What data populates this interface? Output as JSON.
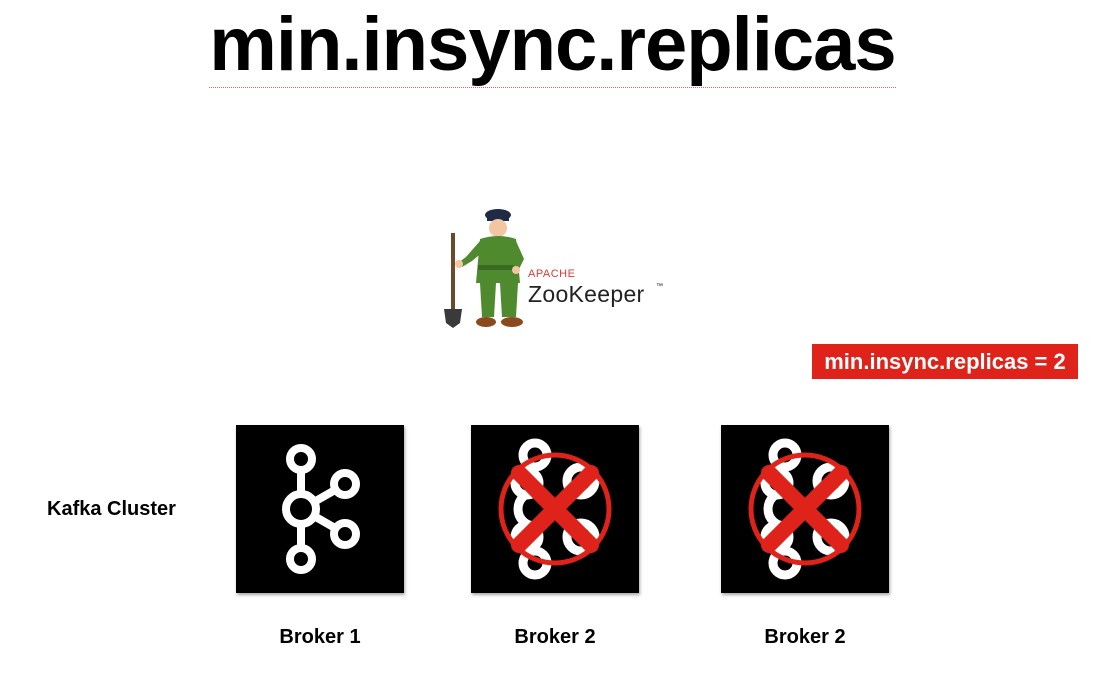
{
  "title": "min.insync.replicas",
  "zookeeper": {
    "icon": "zookeeper-keeper-icon",
    "apache_label": "APACHE",
    "name": "ZooKeeper",
    "trademark": "™"
  },
  "badge": {
    "text": "min.insync.replicas = 2",
    "color": "#e0231a"
  },
  "cluster_label": "Kafka Cluster",
  "brokers": [
    {
      "label": "Broker 1",
      "status": "online",
      "icon": "kafka-icon"
    },
    {
      "label": "Broker 2",
      "status": "down",
      "icon": "kafka-icon",
      "overlay": "red-x-icon"
    },
    {
      "label": "Broker 2",
      "status": "down",
      "icon": "kafka-icon",
      "overlay": "red-x-icon"
    }
  ]
}
